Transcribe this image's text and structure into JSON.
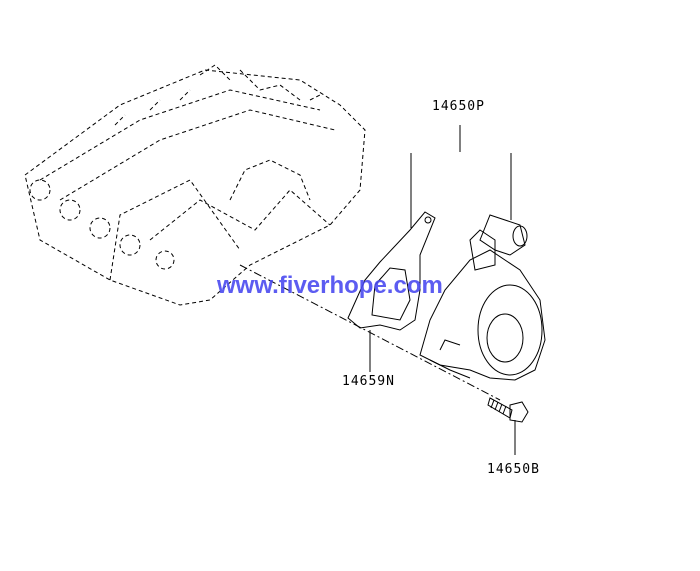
{
  "diagram": {
    "parts": [
      {
        "id": "pump",
        "label": "14650P"
      },
      {
        "id": "gasket",
        "label": "14659N"
      },
      {
        "id": "bolt",
        "label": "14650B"
      }
    ],
    "watermark": "www.fiverhope.com"
  }
}
